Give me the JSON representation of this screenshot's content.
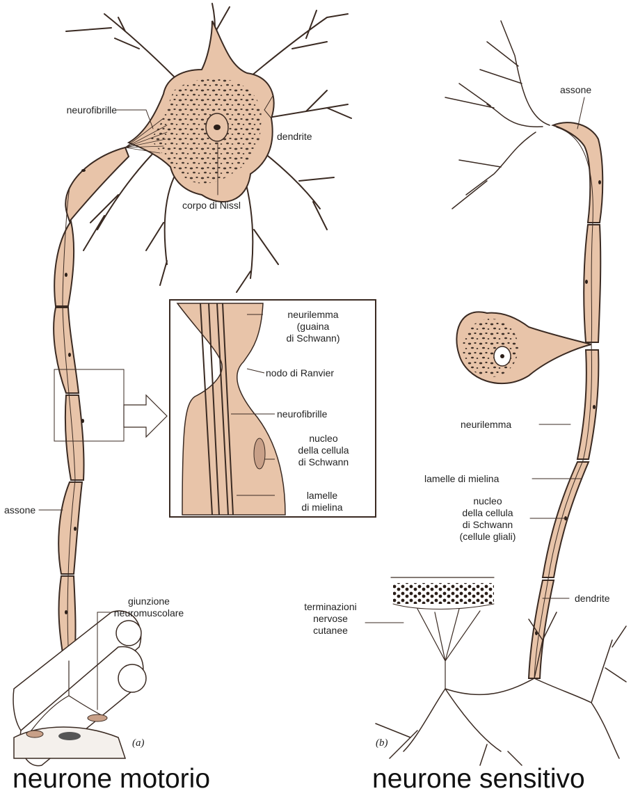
{
  "colors": {
    "tissue": "#e8c4a9",
    "outline": "#3a2a22",
    "ink": "#2a1e18",
    "background": "#ffffff"
  },
  "motor": {
    "labels": {
      "neurofibrille": "neurofibrille",
      "dendrite": "dendrite",
      "corpo_nissl": "corpo di Nissl",
      "assone": "assone",
      "giunzione": [
        "giunzione",
        "neuromuscolare"
      ]
    },
    "panel": "(a)",
    "caption": "neurone motorio"
  },
  "inset": {
    "neurilemma": [
      "neurilemma",
      "(guaina",
      "di Schwann)"
    ],
    "nodo": "nodo di Ranvier",
    "neurofibrille": "neurofibrille",
    "nucleo": [
      "nucleo",
      "della cellula",
      "di Schwann"
    ],
    "lamelle": [
      "lamelle",
      "di mielina"
    ]
  },
  "sensory": {
    "labels": {
      "assone": "assone",
      "neurilemma": "neurilemma",
      "lamelle": "lamelle di mielina",
      "nucleo": [
        "nucleo",
        "della cellula",
        "di Schwann",
        "(cellule gliali)"
      ],
      "dendrite": "dendrite",
      "terminazioni": [
        "terminazioni",
        "nervose",
        "cutanee"
      ]
    },
    "panel": "(b)",
    "caption": "neurone sensitivo"
  }
}
